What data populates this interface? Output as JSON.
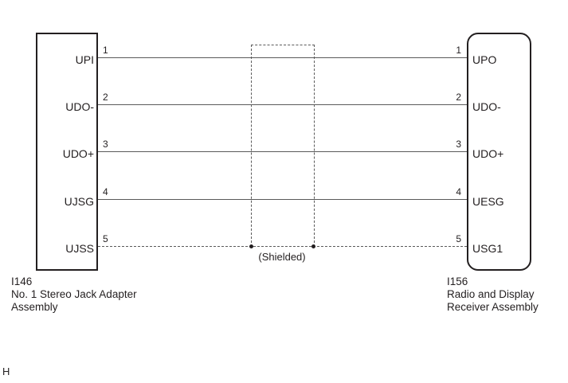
{
  "diagram": {
    "title_hint": "Stereo jack adapter to radio wiring diagram",
    "shield_label": "(Shielded)",
    "page_marker": "H",
    "colors": {
      "background": "#ffffff",
      "connector_border": "#231f20",
      "wire": "#5a5a5a",
      "text": "#231f20"
    },
    "left_connector": {
      "code": "I146",
      "name_line1": "No. 1 Stereo Jack Adapter",
      "name_line2": "Assembly",
      "pins": [
        {
          "number": "1",
          "label": "UPI"
        },
        {
          "number": "2",
          "label": "UDO-"
        },
        {
          "number": "3",
          "label": "UDO+"
        },
        {
          "number": "4",
          "label": "UJSG"
        },
        {
          "number": "5",
          "label": "UJSS"
        }
      ]
    },
    "right_connector": {
      "code": "I156",
      "name_line1": "Radio and Display",
      "name_line2": "Receiver Assembly",
      "pins": [
        {
          "number": "1",
          "label": "UPO"
        },
        {
          "number": "2",
          "label": "UDO-"
        },
        {
          "number": "3",
          "label": "UDO+"
        },
        {
          "number": "4",
          "label": "UESG"
        },
        {
          "number": "5",
          "label": "USG1"
        }
      ]
    },
    "wires": [
      {
        "pin": 1,
        "style": "solid"
      },
      {
        "pin": 2,
        "style": "solid"
      },
      {
        "pin": 3,
        "style": "solid"
      },
      {
        "pin": 4,
        "style": "solid"
      },
      {
        "pin": 5,
        "style": "dashed-shield-drain"
      }
    ]
  }
}
